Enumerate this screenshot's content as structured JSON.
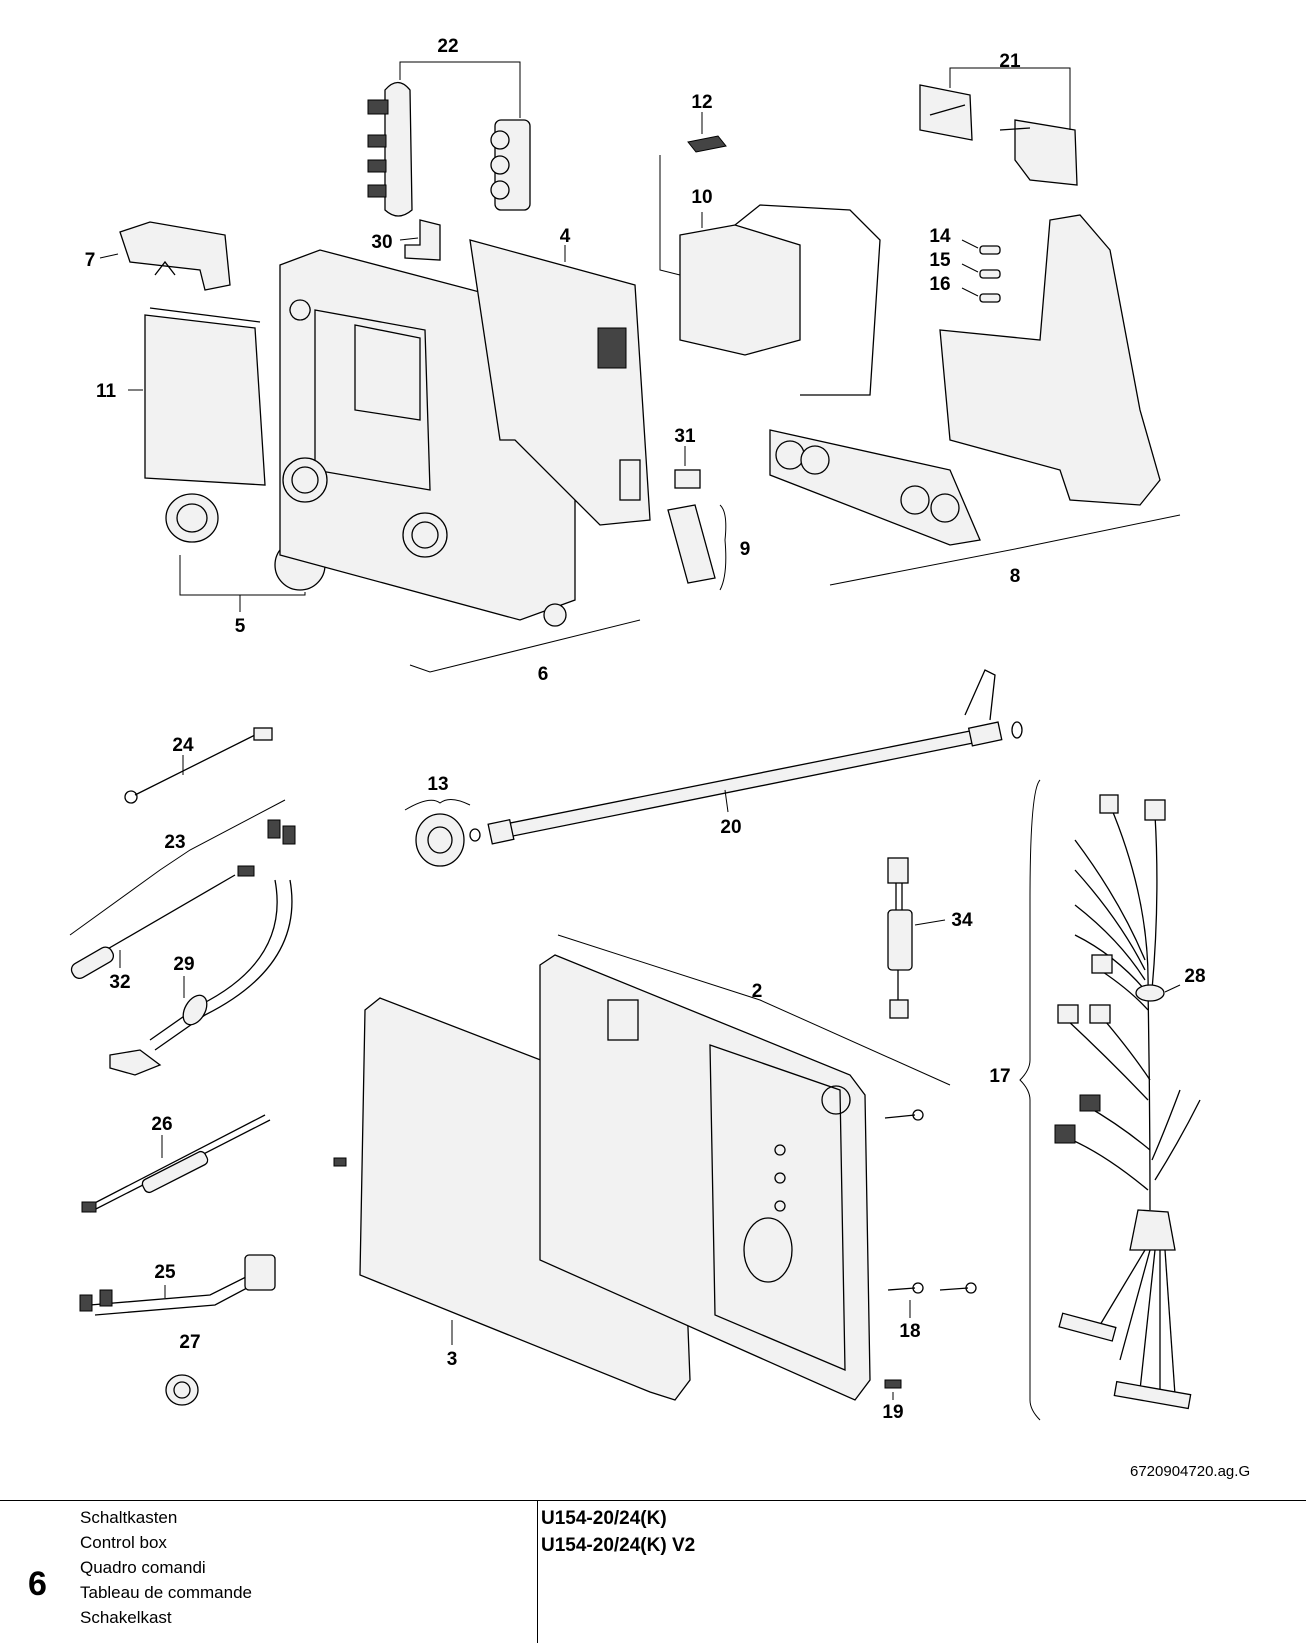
{
  "callouts": [
    {
      "id": "c2",
      "text": "2"
    },
    {
      "id": "c3",
      "text": "3"
    },
    {
      "id": "c4",
      "text": "4"
    },
    {
      "id": "c5",
      "text": "5"
    },
    {
      "id": "c6",
      "text": "6"
    },
    {
      "id": "c7",
      "text": "7"
    },
    {
      "id": "c8",
      "text": "8"
    },
    {
      "id": "c9",
      "text": "9"
    },
    {
      "id": "c10",
      "text": "10"
    },
    {
      "id": "c11",
      "text": "11"
    },
    {
      "id": "c12",
      "text": "12"
    },
    {
      "id": "c13",
      "text": "13"
    },
    {
      "id": "c14",
      "text": "14"
    },
    {
      "id": "c15",
      "text": "15"
    },
    {
      "id": "c16",
      "text": "16"
    },
    {
      "id": "c17",
      "text": "17"
    },
    {
      "id": "c18",
      "text": "18"
    },
    {
      "id": "c19",
      "text": "19"
    },
    {
      "id": "c20",
      "text": "20"
    },
    {
      "id": "c21",
      "text": "21"
    },
    {
      "id": "c22",
      "text": "22"
    },
    {
      "id": "c23",
      "text": "23"
    },
    {
      "id": "c24",
      "text": "24"
    },
    {
      "id": "c25",
      "text": "25"
    },
    {
      "id": "c26",
      "text": "26"
    },
    {
      "id": "c27",
      "text": "27"
    },
    {
      "id": "c28",
      "text": "28"
    },
    {
      "id": "c29",
      "text": "29"
    },
    {
      "id": "c30",
      "text": "30"
    },
    {
      "id": "c31",
      "text": "31"
    },
    {
      "id": "c32",
      "text": "32"
    },
    {
      "id": "c34",
      "text": "34"
    }
  ],
  "document_reference": "6720904720.ag.G",
  "footer": {
    "section_number": "6",
    "names": [
      "Schaltkasten",
      "Control box",
      "Quadro comandi",
      "Tableau de commande",
      "Schakelkast"
    ],
    "models": [
      "U154-20/24(K)",
      "U154-20/24(K) V2"
    ]
  }
}
